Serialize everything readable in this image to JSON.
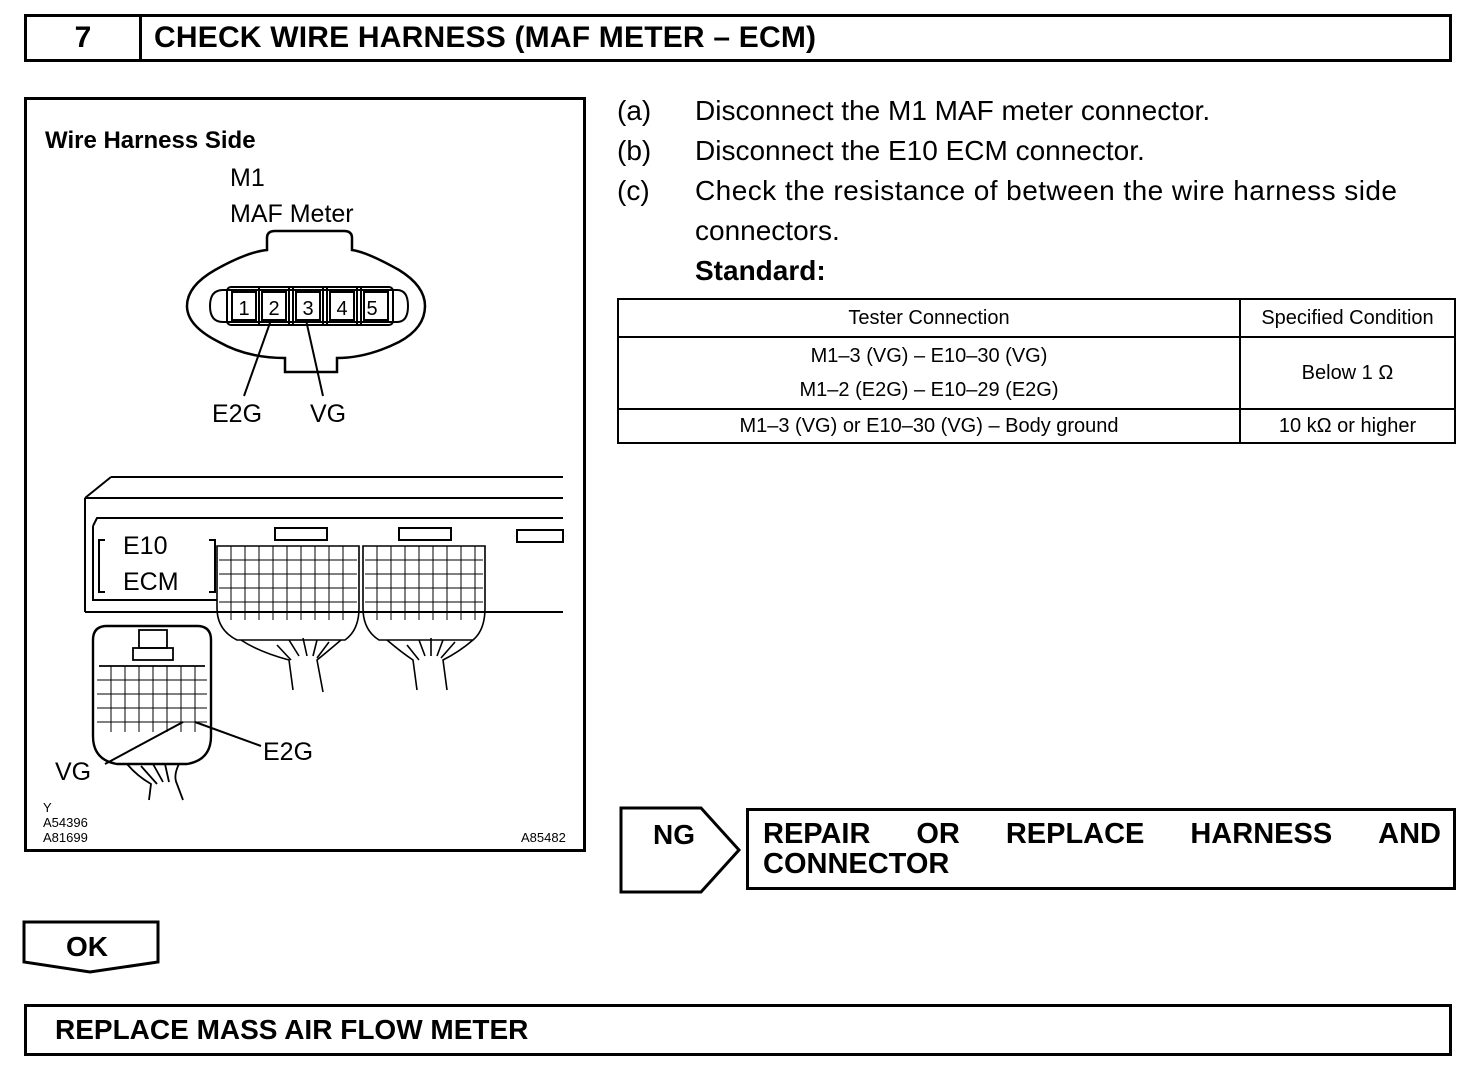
{
  "step": {
    "number": "7",
    "title": "CHECK WIRE HARNESS (MAF METER – ECM)"
  },
  "figure": {
    "heading": "Wire Harness Side",
    "maf_connector": "M1",
    "maf_name": "MAF Meter",
    "maf_pins": [
      "1",
      "2",
      "3",
      "4",
      "5"
    ],
    "maf_label_e2g": "E2G",
    "maf_label_vg": "VG",
    "ecm_connector": "E10",
    "ecm_name": "ECM",
    "ecm_label_vg": "VG",
    "ecm_label_e2g": "E2G",
    "ref_codes": [
      "Y",
      "A54396",
      "A81699"
    ],
    "fig_id": "A85482"
  },
  "instructions": [
    {
      "label": "(a)",
      "text": "Disconnect the M1 MAF meter connector."
    },
    {
      "label": "(b)",
      "text": "Disconnect the E10 ECM connector."
    },
    {
      "label": "(c)",
      "text_line1": "Check the resistance of between the wire harness side",
      "text_line2": "connectors."
    }
  ],
  "standard_label": "Standard:",
  "table": {
    "headers": [
      "Tester Connection",
      "Specified Condition"
    ],
    "rows": [
      {
        "conn1": "M1–3 (VG) – E10–30 (VG)",
        "conn2": "M1–2 (E2G) – E10–29 (E2G)",
        "cond": "Below 1 Ω"
      },
      {
        "conn1": "M1–3 (VG) or E10–30 (VG) – Body ground",
        "cond": "10 kΩ or higher"
      }
    ]
  },
  "ng": {
    "tag": "NG",
    "words_line1": [
      "REPAIR",
      "OR",
      "REPLACE",
      "HARNESS",
      "AND"
    ],
    "line2": "CONNECTOR"
  },
  "ok": {
    "tag": "OK"
  },
  "final": {
    "text": "REPLACE MASS AIR FLOW METER"
  }
}
